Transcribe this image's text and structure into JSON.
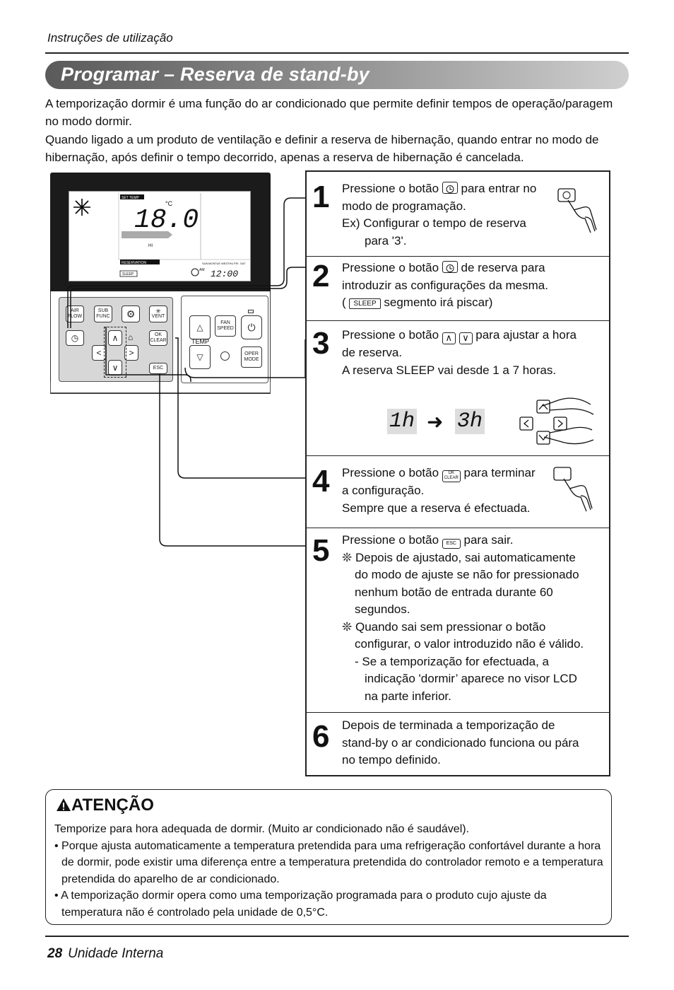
{
  "header": {
    "section": "Instruções de utilização"
  },
  "title": "Programar – Reserva de stand-by",
  "intro": {
    "p1": "A temporização dormir é uma função do ar condicionado que permite definir tempos de operação/paragem no modo dormir.",
    "p2": "Quando ligado a um produto de ventilação e definir a reserva de hibernação, quando entrar no modo de hibernação, após definir o tempo decorrido, apenas a reserva de hibernação é cancelada."
  },
  "remote": {
    "lcd": {
      "set_temp": "SET TEMP",
      "temp_value": "18.0",
      "unit": "°C",
      "hi": "HI",
      "reservation": "RESERVATION",
      "sleep": "SLEEP",
      "am": "AM",
      "clock": "12:00",
      "days": [
        "SUN",
        "MON",
        "TUE",
        "WED",
        "THU",
        "FRI",
        "SAT"
      ]
    },
    "buttons": {
      "air_flow": "AIR FLOW",
      "sub_func": "SUB FUNC",
      "vent": "VENT",
      "ok": "OK",
      "clear": "CLEAR",
      "esc": "ESC",
      "fan": "FAN",
      "speed": "SPEED",
      "temp": "TEMP",
      "oper": "OPER",
      "mode": "MODE"
    }
  },
  "steps": [
    {
      "num": "1",
      "lines": [
        "Pressione o botão",
        "para entrar no",
        "modo de programação.",
        "Ex) Configurar o tempo de reserva",
        "para '3'."
      ]
    },
    {
      "num": "2",
      "lines": [
        "Pressione o botão",
        "de reserva para",
        "introduzir as configurações da mesma.",
        "(",
        "SLEEP",
        "segmento irá piscar)"
      ]
    },
    {
      "num": "3",
      "lines": [
        "Pressione o botão",
        "para ajustar a hora",
        "de reserva.",
        "A reserva SLEEP vai desde 1 a 7 horas."
      ],
      "display_from": "1h",
      "display_to": "3h"
    },
    {
      "num": "4",
      "lines": [
        "Pressione o botão",
        "para terminar",
        "a configuração.",
        "Sempre que a reserva é efectuada."
      ],
      "ok_label": "OK",
      "clear_label": "CLEAR"
    },
    {
      "num": "5",
      "lines": [
        "Pressione o botão",
        "para sair.",
        "❊ Depois de ajustado, sai automaticamente",
        "do modo de ajuste se não for pressionado",
        "nenhum botão de entrada durante 60",
        "segundos.",
        "❊ Quando sai sem pressionar o botão",
        "configurar, o valor introduzido não é válido.",
        "- Se a temporização for efectuada, a",
        "indicação 'dormir’ aparece no visor LCD",
        "na parte inferior."
      ],
      "esc_label": "ESC"
    },
    {
      "num": "6",
      "lines": [
        "Depois de terminada a temporização de",
        "stand-by o ar condicionado funciona ou pára",
        "no tempo definido."
      ]
    }
  ],
  "attention": {
    "title": "ATENÇÃO",
    "lead": "Temporize para hora adequada de dormir. (Muito ar condicionado não é saudável).",
    "bullets": [
      "• Porque ajusta automaticamente a temperatura pretendida para uma refrigeração confortável durante a hora de dormir, pode existir uma diferença entre a temperatura pretendida do controlador remoto e a temperatura pretendida do aparelho de ar condicionado.",
      "• A temporização dormir opera como uma temporização programada para o produto cujo ajuste da temperatura não é controlado pela unidade de 0,5°C."
    ]
  },
  "footer": {
    "page": "28",
    "label": "Unidade Interna"
  }
}
